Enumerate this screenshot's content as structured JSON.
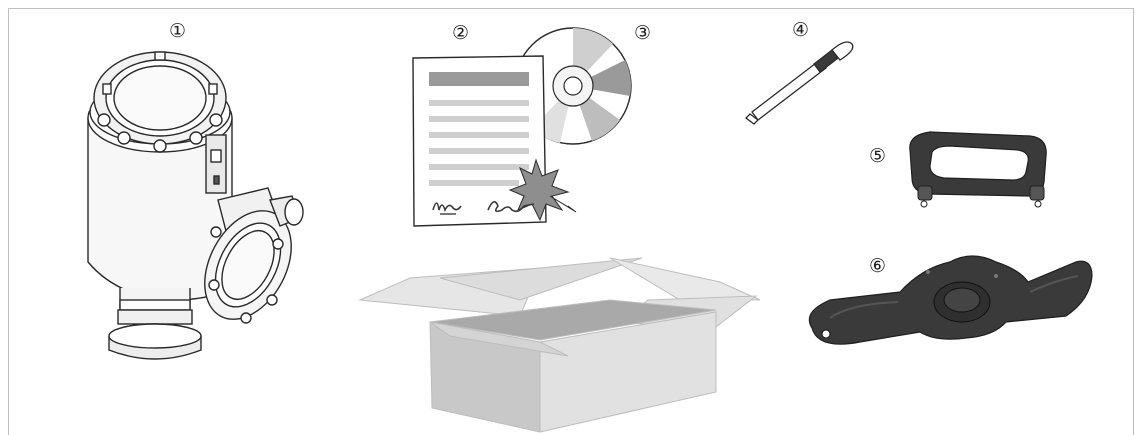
{
  "callouts": {
    "c1": "①",
    "c2": "②",
    "c3": "③",
    "c4": "④",
    "c5": "⑤",
    "c6": "⑥"
  },
  "colors": {
    "line": "#2a2a2a",
    "dark_part": "#3a3a3a",
    "box_light": "#e6e6e6",
    "box_mid": "#c8c8c8",
    "box_dark": "#a9a9a9",
    "doc_bar": "#9a9a9a",
    "doc_line": "#cfcfcf"
  }
}
